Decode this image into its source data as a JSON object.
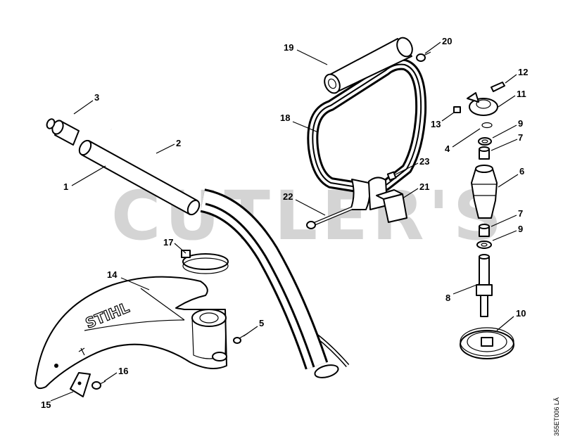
{
  "watermark": "CUTLER'S",
  "brand_mark": "STIHL",
  "drawing_code": "355ET006 LÄ",
  "callouts": [
    "1",
    "2",
    "3",
    "4",
    "5",
    "6",
    "7",
    "7",
    "8",
    "9",
    "9",
    "10",
    "11",
    "12",
    "13",
    "14",
    "15",
    "16",
    "17",
    "18",
    "19",
    "20",
    "21",
    "22",
    "23"
  ]
}
